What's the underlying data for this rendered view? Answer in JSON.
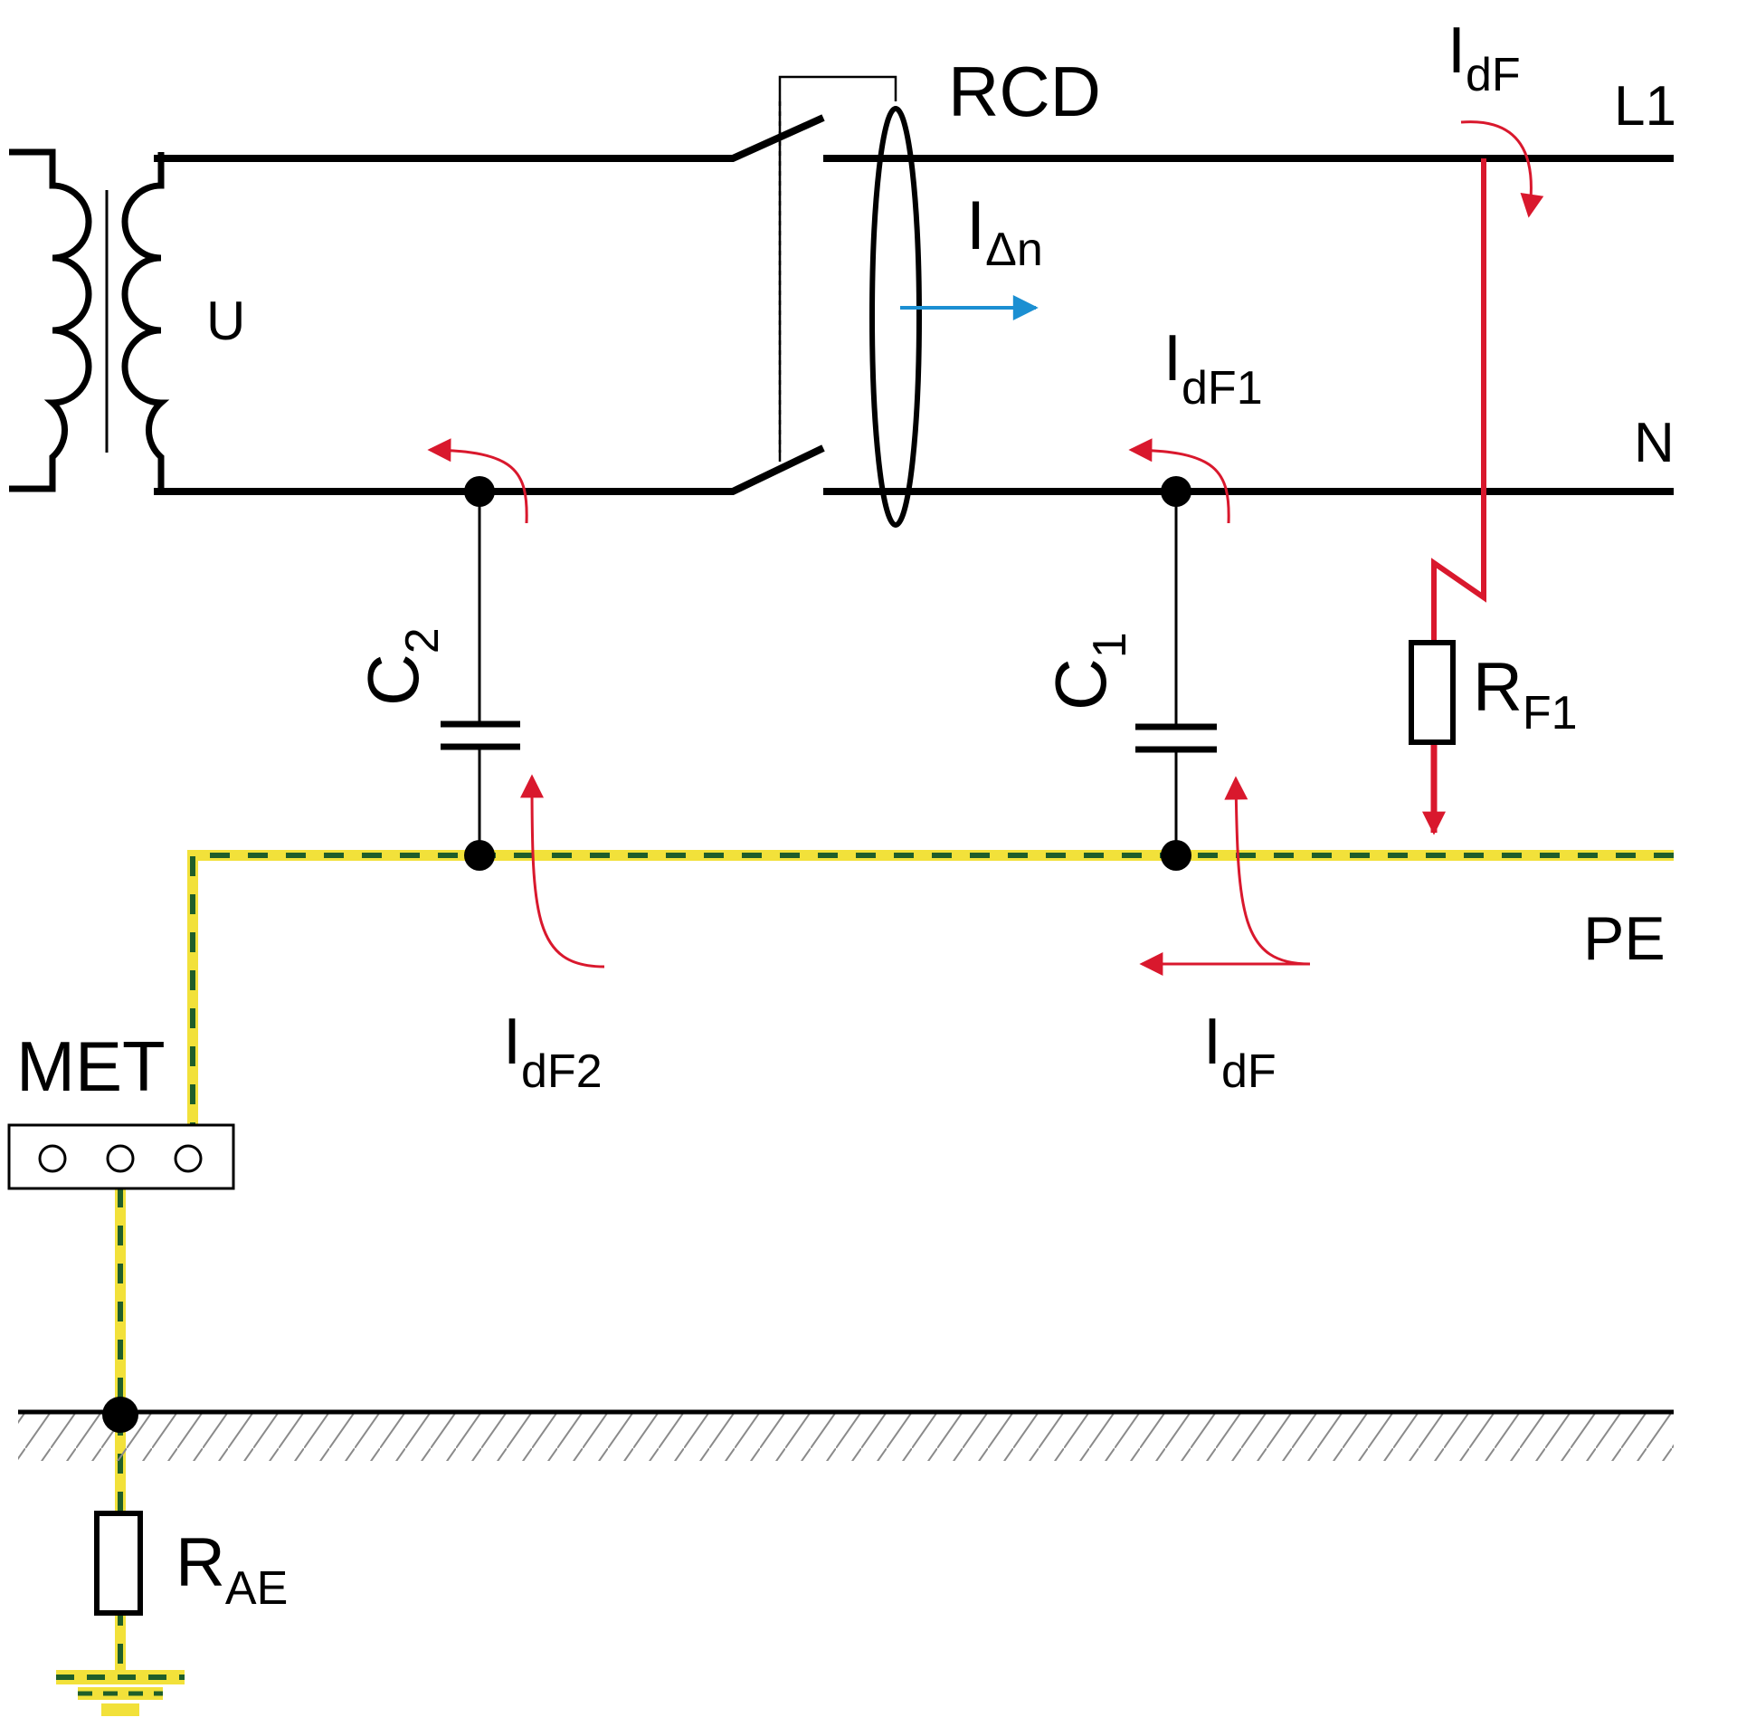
{
  "colors": {
    "conductor": "#000000",
    "fault_current": "#d9182d",
    "differential_current": "#1b8fd2",
    "pe_yellow": "#f2e13a",
    "pe_green": "#1f5e2a",
    "hatch": "#8a8a8a"
  },
  "labels": {
    "rcd": "RCD",
    "voltage": "U",
    "l1": "L1",
    "n": "N",
    "pe": "PE",
    "met": "MET",
    "i_dn_main": "I",
    "i_dn_sub": "Δn",
    "idf_top_main": "I",
    "idf_top_sub": "dF",
    "idf1_main": "I",
    "idf1_sub": "dF1",
    "idf2_main": "I",
    "idf2_sub": "dF2",
    "idf_bottom_main": "I",
    "idf_bottom_sub": "dF",
    "c2_main": "C",
    "c2_sub": "2",
    "c1_main": "C",
    "c1_sub": "1",
    "rf1_main": "R",
    "rf1_sub": "F1",
    "rae_main": "R",
    "rae_sub": "AE"
  }
}
